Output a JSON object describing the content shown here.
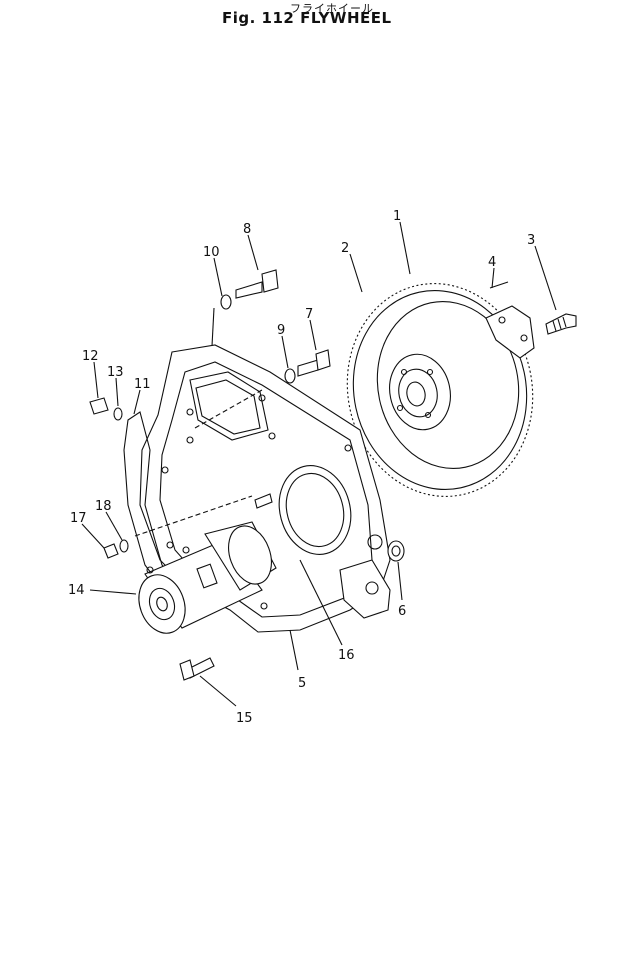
{
  "figure": {
    "title_jp": "フライホイール",
    "title_en": "Fig. 112  FLYWHEEL"
  },
  "callouts": [
    "1",
    "2",
    "3",
    "4",
    "5",
    "6",
    "7",
    "8",
    "9",
    "10",
    "11",
    "12",
    "13",
    "14",
    "15",
    "16",
    "17",
    "18"
  ]
}
